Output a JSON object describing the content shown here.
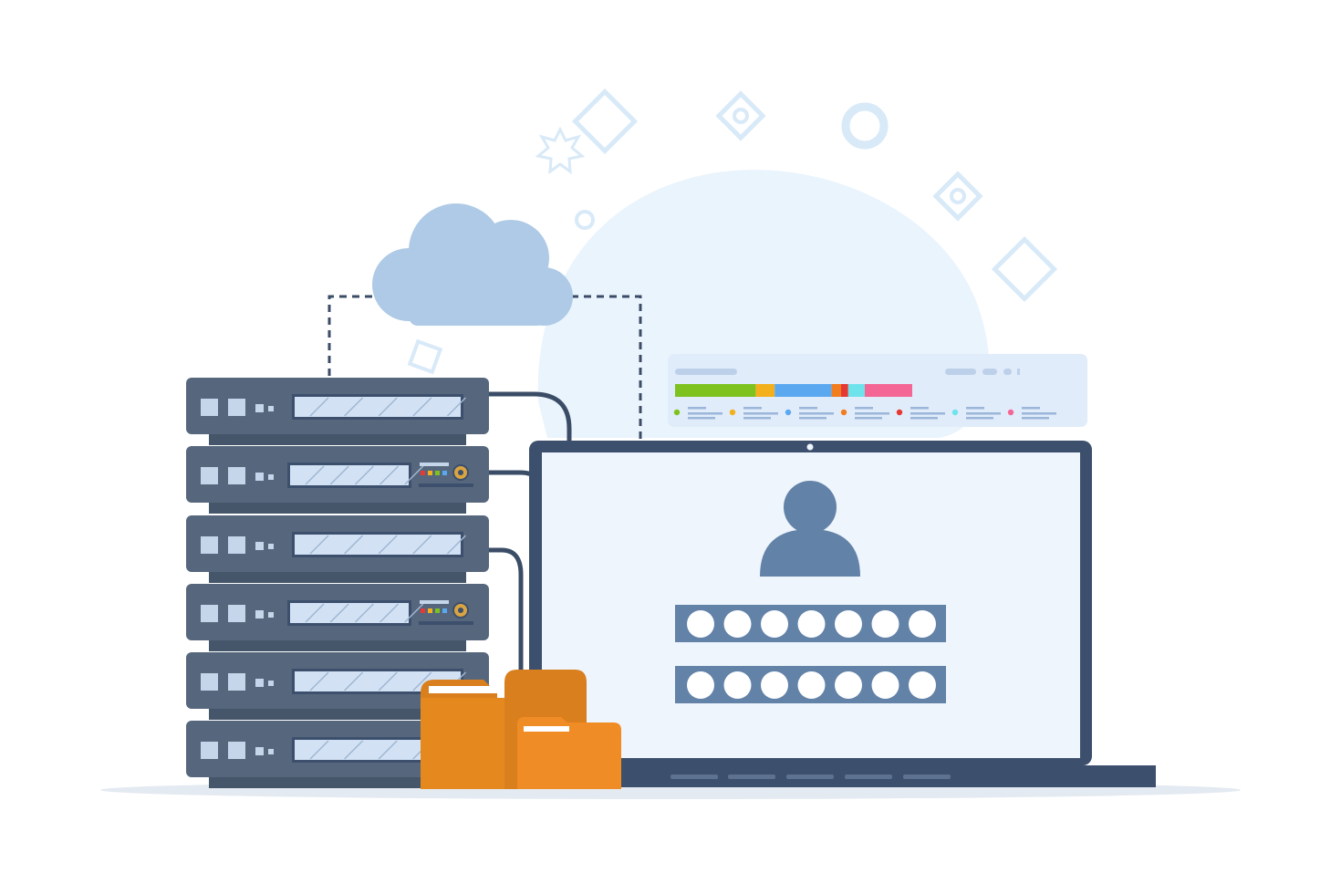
{
  "illustration": {
    "cloud_icon": "cloud-icon",
    "server_icon": "server-rack-icon",
    "folder_icon": "folder-icon",
    "user_icon": "user-avatar-icon",
    "password_mask_count": 7
  },
  "dashboard_panel": {
    "usage_bar": [
      {
        "color": "#7dc21e",
        "share": 0.34
      },
      {
        "color": "#f3b01c",
        "share": 0.08
      },
      {
        "color": "#5aa9f0",
        "share": 0.24
      },
      {
        "color": "#f17d1f",
        "share": 0.04
      },
      {
        "color": "#e53935",
        "share": 0.03
      },
      {
        "color": "#6fe3ec",
        "share": 0.07
      },
      {
        "color": "#f46695",
        "share": 0.2
      }
    ],
    "legend_dot_colors": [
      "#7dc21e",
      "#f3b01c",
      "#5aa9f0",
      "#f17d1f",
      "#e53935",
      "#6fe3ec",
      "#f46695"
    ]
  },
  "colors": {
    "server_body": "#56677d",
    "server_slot": "#d2e2f4",
    "cable": "#3a4c66",
    "cloud": "#aecae6",
    "folder_dark": "#d97f1e",
    "folder_light": "#f08c25",
    "laptop_frame": "#3c4f6c",
    "laptop_screen": "#eef5fc",
    "user_icon": "#6282a8",
    "bg_blob": "#eaf4fd",
    "deco": "#d8e9f8"
  }
}
